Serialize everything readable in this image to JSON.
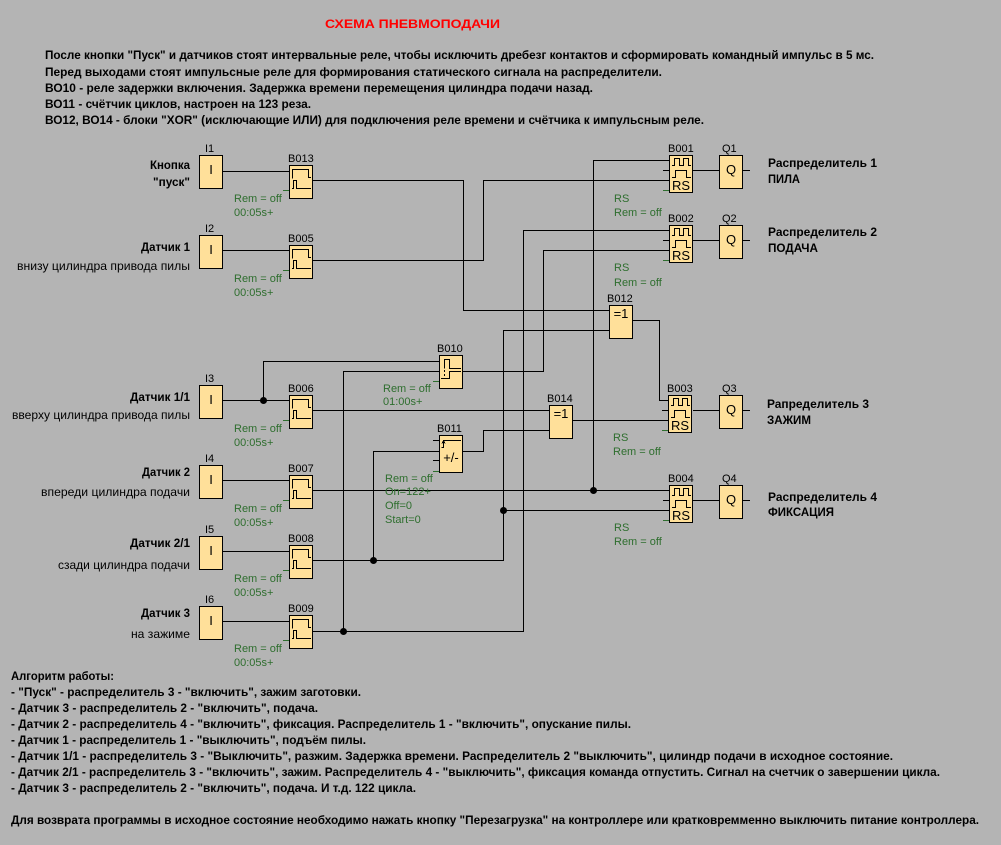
{
  "colors": {
    "background": "#b4b4b4",
    "title": "#ff0000",
    "block_fill": "#ffe09a",
    "param_text": "#2e6e2e",
    "wire": "#000000"
  },
  "title": "СХЕМА ПНЕВМОПОДАЧИ",
  "description": [
    "После кнопки \"Пуск\" и датчиков стоят интервальные реле, чтобы исключить дребезг контактов и сформировать командный импульс в 5 мс.",
    "Перед выходами стоят импульсные реле для формирования статического сигнала на распределители.",
    "ВО10 - реле задержки включения. Задержка времени перемещения цилиндра подачи назад.",
    "ВО11 - счётчик циклов, настроен на 123 реза.",
    "ВО12, ВО14 - блоки \"XOR\" (исключающие ИЛИ) для подключения реле времени и счётчика к импульсным реле."
  ],
  "inputs": [
    {
      "id": "I1",
      "symbol": "I",
      "label": "Кнопка",
      "sublabel": "\"пуск\""
    },
    {
      "id": "I2",
      "symbol": "I",
      "label": "Датчик 1",
      "sublabel": "внизу цилиндра привода пилы"
    },
    {
      "id": "I3",
      "symbol": "I",
      "label": "Датчик 1/1",
      "sublabel": "вверху цилиндра привода пилы"
    },
    {
      "id": "I4",
      "symbol": "I",
      "label": "Датчик 2",
      "sublabel": "впереди цилиндра подачи"
    },
    {
      "id": "I5",
      "symbol": "I",
      "label": "Датчик 2/1",
      "sublabel": "сзади цилиндра подачи"
    },
    {
      "id": "I6",
      "symbol": "I",
      "label": "Датчик 3",
      "sublabel": "на зажиме"
    }
  ],
  "pulse_relays": [
    {
      "id": "B013",
      "rem": "Rem = off",
      "time": "00:05s+"
    },
    {
      "id": "B005",
      "rem": "Rem = off",
      "time": "00:05s+"
    },
    {
      "id": "B006",
      "rem": "Rem = off",
      "time": "00:05s+"
    },
    {
      "id": "B007",
      "rem": "Rem = off",
      "time": "00:05s+"
    },
    {
      "id": "B008",
      "rem": "Rem = off",
      "time": "00:05s+"
    },
    {
      "id": "B009",
      "rem": "Rem = off",
      "time": "00:05s+"
    }
  ],
  "on_delay": {
    "id": "B010",
    "rem": "Rem = off",
    "time": "01:00s+"
  },
  "counter": {
    "id": "B011",
    "symbol": "+/-",
    "rem": "Rem = off",
    "on": "On=122+",
    "off": "Off=0",
    "start": "Start=0"
  },
  "xor_blocks": [
    {
      "id": "B012",
      "symbol": "=1"
    },
    {
      "id": "B014",
      "symbol": "=1"
    }
  ],
  "rs_relays": [
    {
      "id": "B001",
      "symbol": "RS",
      "type": "RS",
      "rem": "Rem = off"
    },
    {
      "id": "B002",
      "symbol": "RS",
      "type": "RS",
      "rem": "Rem = off"
    },
    {
      "id": "B003",
      "symbol": "RS",
      "type": "RS",
      "rem": "Rem = off"
    },
    {
      "id": "B004",
      "symbol": "RS",
      "type": "RS",
      "rem": "Rem = off"
    }
  ],
  "outputs": [
    {
      "id": "Q1",
      "symbol": "Q",
      "label": "Распределитель 1",
      "sublabel": "ПИЛА"
    },
    {
      "id": "Q2",
      "symbol": "Q",
      "label": "Распределитель 2",
      "sublabel": "ПОДАЧА"
    },
    {
      "id": "Q3",
      "symbol": "Q",
      "label": "Рапределитель 3",
      "sublabel": "ЗАЖИМ"
    },
    {
      "id": "Q4",
      "symbol": "Q",
      "label": "Распределитель 4",
      "sublabel": "ФИКСАЦИЯ"
    }
  ],
  "algorithm": {
    "heading": "Алгоритм работы:",
    "steps": [
      "- \"Пуск\" - распределитель 3 - \"включить\", зажим заготовки.",
      "- Датчик 3 - распределитель 2 - \"включить\", подача.",
      "- Датчик 2 - распределитель 4 - \"включить\", фиксация. Распределитель 1 - \"включить\", опускание пилы.",
      "- Датчик 1 - распределитель 1 - \"выключить\", подъём пилы.",
      "- Датчик 1/1 - распределитель 3 - \"Выключить\", разжим. Задержка времени. Распределитель 2 \"выключить\", цилиндр подачи в исходное состояние.",
      "- Датчик 2/1 - распределитель 3 - \"включить\", зажим. Распределитель 4 - \"выключить\", фиксация команда отпустить. Сигнал на счетчик о завершении цикла.",
      "- Датчик 3 - распределитель 2 - \"включить\", подача. И т.д. 122 цикла."
    ]
  },
  "footer": "Для возврата программы в исходное состояние необходимо нажать кнопку \"Перезагрузка\" на контроллере или кратковремменно выключить питание контроллера."
}
